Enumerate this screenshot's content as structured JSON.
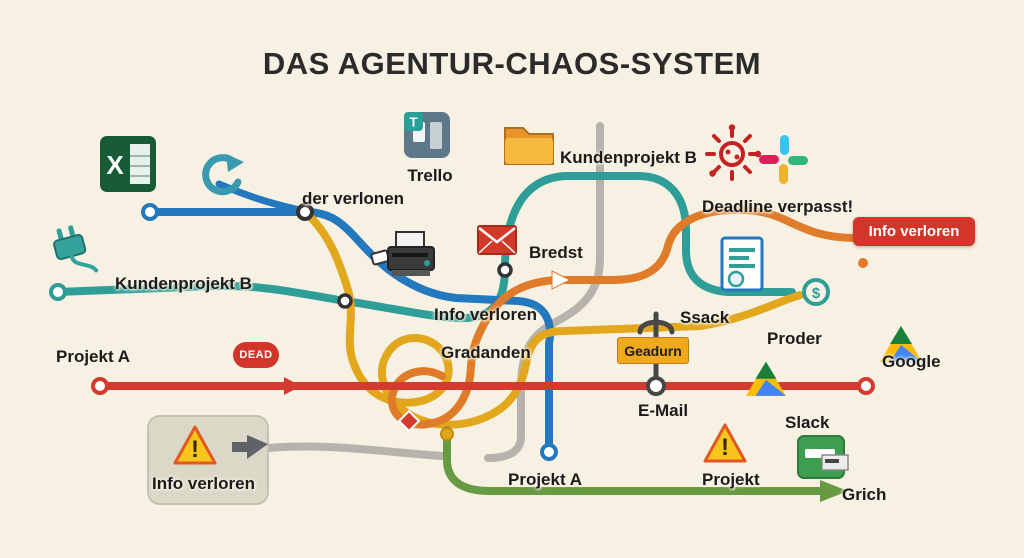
{
  "title": "DAS AGENTUR-CHAOS-SYSTEM",
  "labels": {
    "trello": "Trello",
    "kundenprojekt_b_top": "Kundenprojekt B",
    "deadline_verpasst": "Deadline verpasst!",
    "der_verlonen": "der verlonen",
    "bredst": "Bredst",
    "kundenprojekt_b_left": "Kundenprojekt B",
    "info_verloren_center": "Info verloren",
    "ssack": "Ssack",
    "proder": "Proder",
    "google": "Google",
    "gradanden": "Gradanden",
    "projekt_a_left": "Projekt A",
    "email": "E-Mail",
    "slack": "Slack",
    "info_verloren_bottom": "Info verloren",
    "projekt": "Projekt",
    "projekt_a_bottom": "Projekt A",
    "grich": "Grich"
  },
  "badges": {
    "info_verloren": "Info verloren",
    "geadurn": "Geadurn",
    "dead": "DEAD"
  },
  "icons": {
    "excel_letter": "X",
    "trello_letter": "T",
    "dollar_glyph": "$",
    "warning_glyph": "!"
  },
  "colors": {
    "background": "#f6f1e2",
    "line_blue": "#2478bd",
    "line_teal": "#2f9e99",
    "line_red": "#d23b2e",
    "line_orange": "#e07b2a",
    "line_yellow": "#e2a71c",
    "line_green": "#679a42",
    "line_gray": "#b5b3ab",
    "badge_red": "#d2362b",
    "badge_yellow": "#f0a81c",
    "title_color": "#2b2b2b"
  }
}
